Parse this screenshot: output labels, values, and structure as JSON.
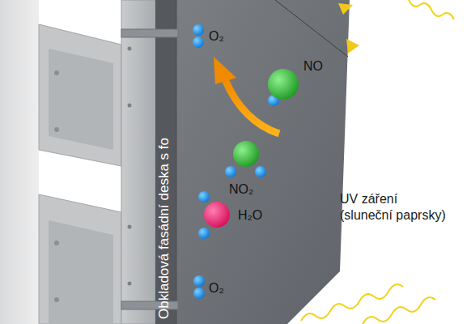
{
  "diagram": {
    "labels": [
      "Obkladová fasádní deska s fo",
      "O₂",
      "NO",
      "NO₂",
      "UV záření (sluneční paprsky)",
      "H₂O",
      "O₂"
    ]
  }
}
